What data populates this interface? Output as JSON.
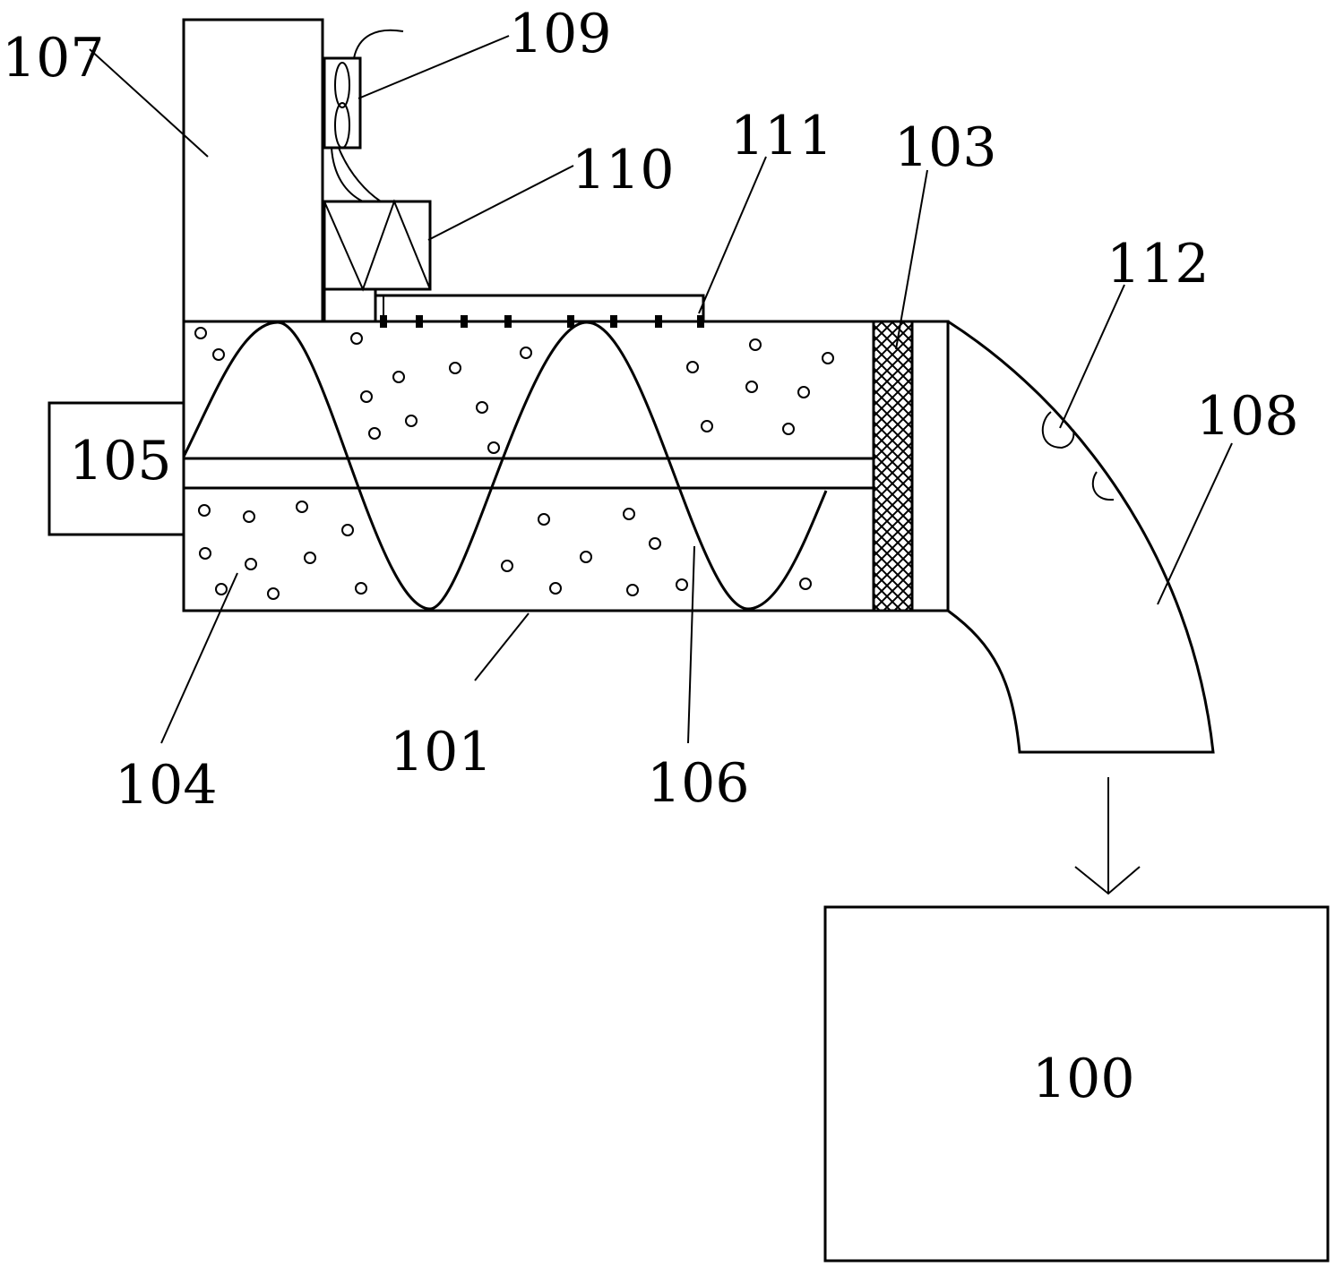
{
  "diagram": {
    "labels": {
      "l100": "100",
      "l101": "101",
      "l103": "103",
      "l104": "104",
      "l105": "105",
      "l106": "106",
      "l107": "107",
      "l108": "108",
      "l109": "109",
      "l110": "110",
      "l111": "111",
      "l112": "112"
    }
  }
}
